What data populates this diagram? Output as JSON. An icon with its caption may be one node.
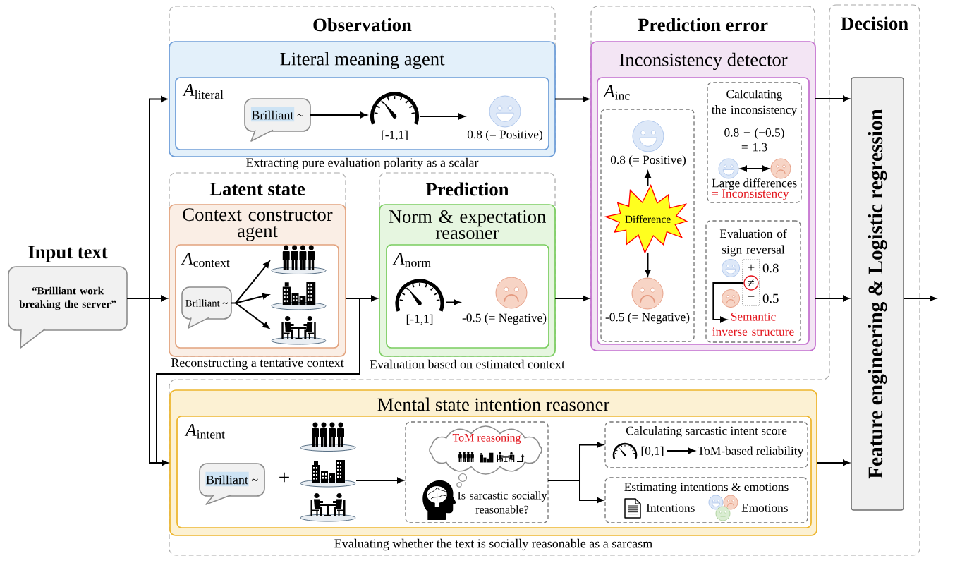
{
  "diagram": {
    "nodes": [
      {
        "text": [
          "Input text",
          "“Brilliant work breaking the server”"
        ]
      },
      {
        "text": [
          "Observation"
        ]
      },
      {
        "text": [
          "Literal meaning agent"
        ],
        "in": 1,
        "beside": [
          "Extracting pure evaluation polarity as a scalar"
        ]
      },
      {
        "text": [
          "*A*$_{literal}$"
        ],
        "in": 2
      },
      {
        "text": [
          "Brilliant ~"
        ],
        "in": 3
      },
      {
        "text": [],
        "shape": "picture",
        "in": 3,
        "beside": [
          "[-1,1]"
        ]
      },
      {
        "text": [],
        "shape": "picture",
        "in": 3,
        "beside": [
          "0.8 (= Positive)"
        ]
      },
      {
        "text": [
          "Latent state"
        ]
      },
      {
        "text": [
          "Context constructor agent"
        ],
        "in": 7,
        "beside": [
          "Reconstructing a tentative context"
        ]
      },
      {
        "text": [
          "*A*$_{context}$"
        ],
        "in": 8
      },
      {
        "text": [
          "Brilliant ~"
        ],
        "in": 9
      },
      {
        "text": [],
        "shape": "picture",
        "in": 9
      },
      {
        "text": [],
        "shape": "picture",
        "in": 9
      },
      {
        "text": [],
        "shape": "picture",
        "in": 9
      },
      {
        "text": [
          "Prediction"
        ]
      },
      {
        "text": [
          "Norm & expectation reasoner"
        ],
        "in": 14,
        "beside": [
          "Evaluation based on estimated context"
        ]
      },
      {
        "text": [
          "*A*$_{norm}$"
        ],
        "in": 15
      },
      {
        "text": [],
        "shape": "picture",
        "in": 16,
        "beside": [
          "[-1,1]"
        ]
      },
      {
        "text": [],
        "shape": "picture",
        "in": 16,
        "beside": [
          "-0.5 (= Negative)"
        ]
      },
      {
        "text": [
          "Prediction error"
        ]
      },
      {
        "text": [
          "Inconsistency detector"
        ],
        "in": 19
      },
      {
        "text": [
          "*A*$_{inc}$"
        ],
        "in": 20
      },
      {
        "text": [],
        "shape": "box",
        "in": 21
      },
      {
        "text": [],
        "shape": "picture",
        "in": 22,
        "beside": [
          "0.8 (= Positive)"
        ]
      },
      {
        "text": [
          "Difference"
        ],
        "in": 22
      },
      {
        "text": [],
        "shape": "picture",
        "in": 22,
        "beside": [
          "-0.5 (= Negative)"
        ]
      },
      {
        "text": [
          "Calculating the inconsistency",
          "0.8 − (−0.5) = 1.3",
          "Large differences",
          "= Inconsistency"
        ],
        "in": 21
      },
      {
        "text": [],
        "shape": "picture",
        "in": 26
      },
      {
        "text": [],
        "shape": "picture",
        "in": 26
      },
      {
        "text": [
          "Evaluation of sign reversal"
        ],
        "in": 21
      },
      {
        "text": [
          "+",
          "−"
        ],
        "in": 29,
        "beside": [
          "0.8",
          "0.5"
        ]
      },
      {
        "text": [
          "≠"
        ],
        "in": 30
      },
      {
        "text": [
          "Semantic inverse structure"
        ],
        "in": 29
      },
      {
        "text": [
          "Decision"
        ]
      },
      {
        "text": [
          "Feature engineering & Logistic regression"
        ],
        "in": 33
      },
      {
        "text": [
          "Mental state intention reasoner"
        ],
        "in": 33,
        "beside": [
          "Evaluating whether the text is socially reasonable as a sarcasm"
        ]
      },
      {
        "text": [
          "*A*$_{intent}$"
        ],
        "in": 35
      },
      {
        "text": [
          "Brilliant ~"
        ],
        "in": 36
      },
      {
        "text": [],
        "shape": "picture",
        "in": 36
      },
      {
        "text": [],
        "shape": "picture",
        "in": 36
      },
      {
        "text": [],
        "shape": "picture",
        "in": 36
      },
      {
        "text": [
          "Is sarcastic socially reasonable?"
        ],
        "in": 36
      },
      {
        "text": [
          "ToM reasoning"
        ],
        "in": 41
      },
      {
        "text": [
          "Calculating sarcastic intent score"
        ],
        "in": 36
      },
      {
        "text": [],
        "shape": "picture",
        "in": 43,
        "beside": [
          "[0,1]"
        ]
      },
      {
        "text": [
          "ToM-based reliability"
        ],
        "in": 43
      },
      {
        "text": [
          "Estimating intentions & emotions",
          "Intentions",
          "Emotions"
        ],
        "in": 36
      }
    ],
    "edges": [
      {
        "from": 0,
        "to": 2,
        "arrow": "to"
      },
      {
        "from": 0,
        "to": 8,
        "arrow": "to"
      },
      {
        "from": 0,
        "to": 35,
        "arrow": "to"
      },
      {
        "from": 8,
        "to": 15,
        "arrow": "to"
      },
      {
        "from": 8,
        "to": 35,
        "arrow": "to"
      },
      {
        "from": 2,
        "to": 20,
        "arrow": "to"
      },
      {
        "from": 15,
        "to": 20,
        "arrow": "to"
      },
      {
        "from": 20,
        "to": 34,
        "arrow": "to"
      },
      {
        "from": 20,
        "to": 34,
        "arrow": "to"
      },
      {
        "from": 35,
        "to": 34,
        "arrow": "to"
      },
      {
        "from": 34,
        "to": null,
        "arrow": "to"
      },
      {
        "from": 4,
        "to": 5,
        "arrow": "to"
      },
      {
        "from": 5,
        "to": 6,
        "arrow": "to"
      },
      {
        "from": 10,
        "to": 11,
        "arrow": "to"
      },
      {
        "from": 10,
        "to": 12,
        "arrow": "to"
      },
      {
        "from": 10,
        "to": 13,
        "arrow": "to"
      },
      {
        "from": 17,
        "to": 18,
        "arrow": "to"
      },
      {
        "from": 24,
        "to": 23,
        "arrow": "to"
      },
      {
        "from": 24,
        "to": 25,
        "arrow": "to"
      },
      {
        "from": 27,
        "to": 28,
        "arrow": "both"
      },
      {
        "from": 31,
        "to": 32,
        "arrow": "to"
      },
      {
        "from": 39,
        "to": 41,
        "arrow": "to"
      },
      {
        "from": 41,
        "to": 43,
        "arrow": "to"
      },
      {
        "from": 41,
        "to": 46,
        "arrow": "to"
      },
      {
        "from": 44,
        "to": 45,
        "arrow": "to"
      }
    ],
    "labels": [
      "+"
    ]
  }
}
